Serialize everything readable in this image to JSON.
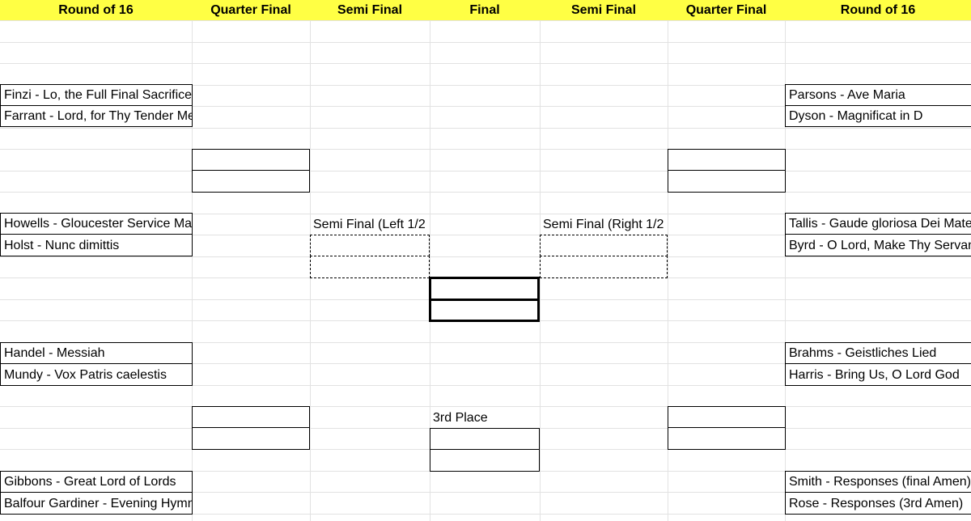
{
  "headers": [
    "Round of 16",
    "Quarter Final",
    "Semi Final",
    "Final",
    "Semi Final",
    "Quarter Final",
    "Round of 16"
  ],
  "left_round16": [
    "Finzi - Lo, the Full Final Sacrifice",
    "Farrant - Lord, for Thy Tender Mercies",
    "Howells - Gloucester Service Magnificat",
    "Holst - Nunc dimittis",
    "Handel - Messiah",
    "Mundy - Vox Patris caelestis",
    "Gibbons - Great Lord of Lords",
    "Balfour Gardiner - Evening Hymn"
  ],
  "right_round16": [
    "Parsons - Ave Maria",
    "Dyson - Magnificat in D",
    "Tallis - Gaude gloriosa Dei Mater",
    "Byrd - O Lord, Make Thy Servant",
    "Brahms - Geistliches Lied",
    "Harris - Bring Us, O Lord God",
    "Smith - Responses (final Amen)",
    "Rose - Responses (3rd Amen)"
  ],
  "labels": {
    "semi_left": "Semi Final (Left 1/2",
    "semi_right": "Semi Final (Right 1/2",
    "third_place": "3rd Place"
  },
  "colors": {
    "header_bg": "#ffff44",
    "gridline": "#e2e2e2"
  }
}
